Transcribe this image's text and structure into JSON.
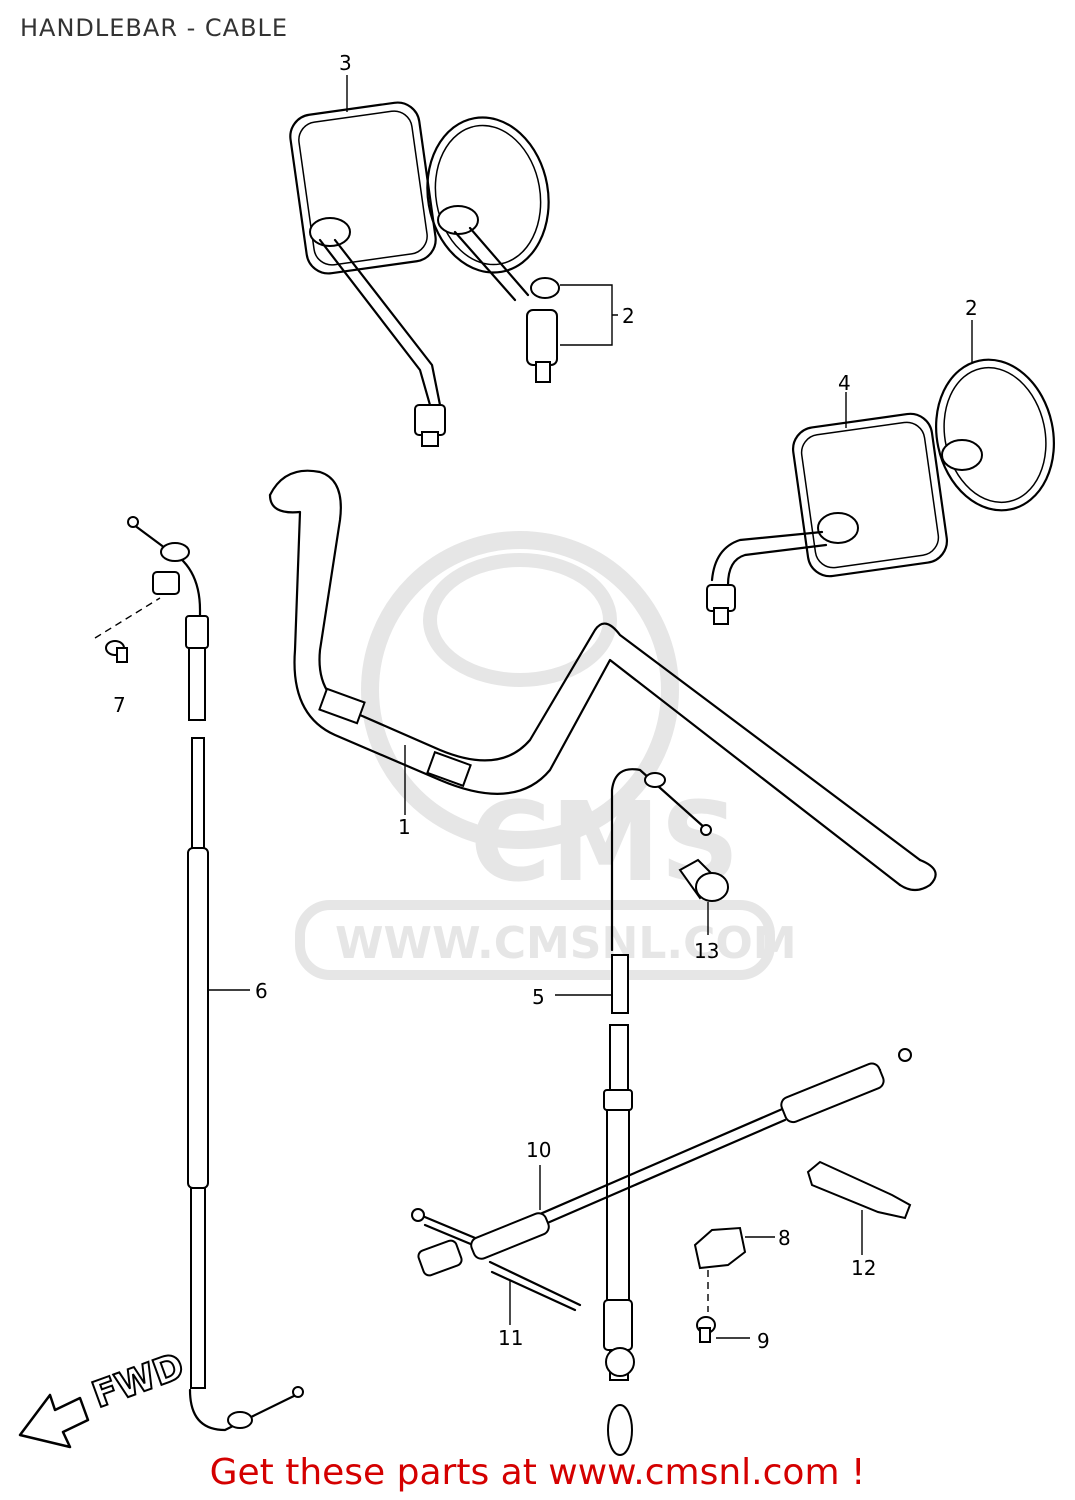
{
  "title": "HANDLEBAR - CABLE",
  "footer": "Get these parts at www.cmsnl.com !",
  "watermark": {
    "logo_text": "CMS",
    "url_text": "WWW.CMSNL.COM"
  },
  "direction_label": "FWD",
  "callouts": {
    "c1": "1",
    "c2a": "2",
    "c2b": "2",
    "c3": "3",
    "c4": "4",
    "c5": "5",
    "c6": "6",
    "c7": "7",
    "c8": "8",
    "c9": "9",
    "c10": "10",
    "c11": "11",
    "c12": "12",
    "c13": "13"
  },
  "colors": {
    "footer_text": "#d40000",
    "watermark": "#e6e6e6",
    "line_art": "#000000"
  }
}
